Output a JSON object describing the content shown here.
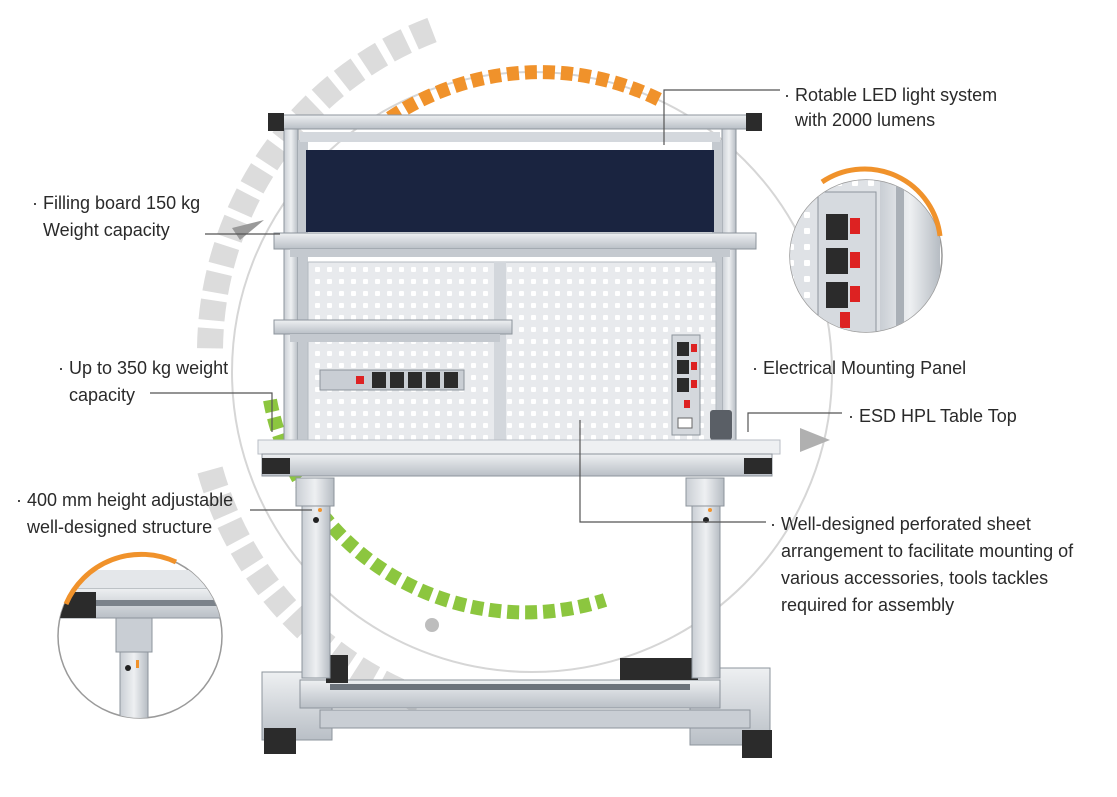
{
  "callouts": {
    "led": [
      "Rotable LED light system",
      "with 2000 lumens"
    ],
    "filling": [
      "Filling board 150 kg",
      "Weight capacity"
    ],
    "electrical": [
      "Electrical Mounting Panel"
    ],
    "weight350": [
      "Up to 350 kg weight",
      "capacity"
    ],
    "esd": [
      "ESD HPL Table Top"
    ],
    "height": [
      "400 mm height adjustable",
      "well-designed structure"
    ],
    "perforated": [
      "Well-designed perforated sheet",
      "arrangement to facilitate mounting of",
      "various accessories, tools tackles",
      "required for assembly"
    ]
  },
  "colors": {
    "orange": "#f0922b",
    "green": "#8cc63f",
    "gray_dash": "#dcdcdc",
    "frame": "#b9bfc6",
    "panel_dark": "#1a2440",
    "black": "#2b2b2b"
  },
  "icons": {
    "socket": "power-socket-icon",
    "switch": "red-switch-icon"
  }
}
